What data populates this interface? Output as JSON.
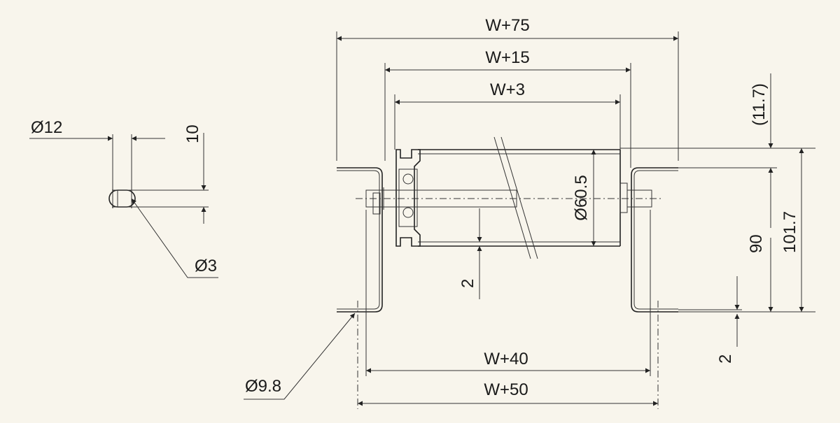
{
  "labels": {
    "w75": "W+75",
    "w15": "W+15",
    "w3": "W+3",
    "d12": "Ø12",
    "ten": "10",
    "d3": "Ø3",
    "h117p": "(11.7)",
    "d605": "Ø60.5",
    "h1017": "101.7",
    "h90": "90",
    "two_mid": "2",
    "two_right": "2",
    "w40": "W+40",
    "w50": "W+50",
    "d98": "Ø9.8"
  },
  "colors": {
    "background": "#f8f5ec",
    "line": "#222222"
  }
}
